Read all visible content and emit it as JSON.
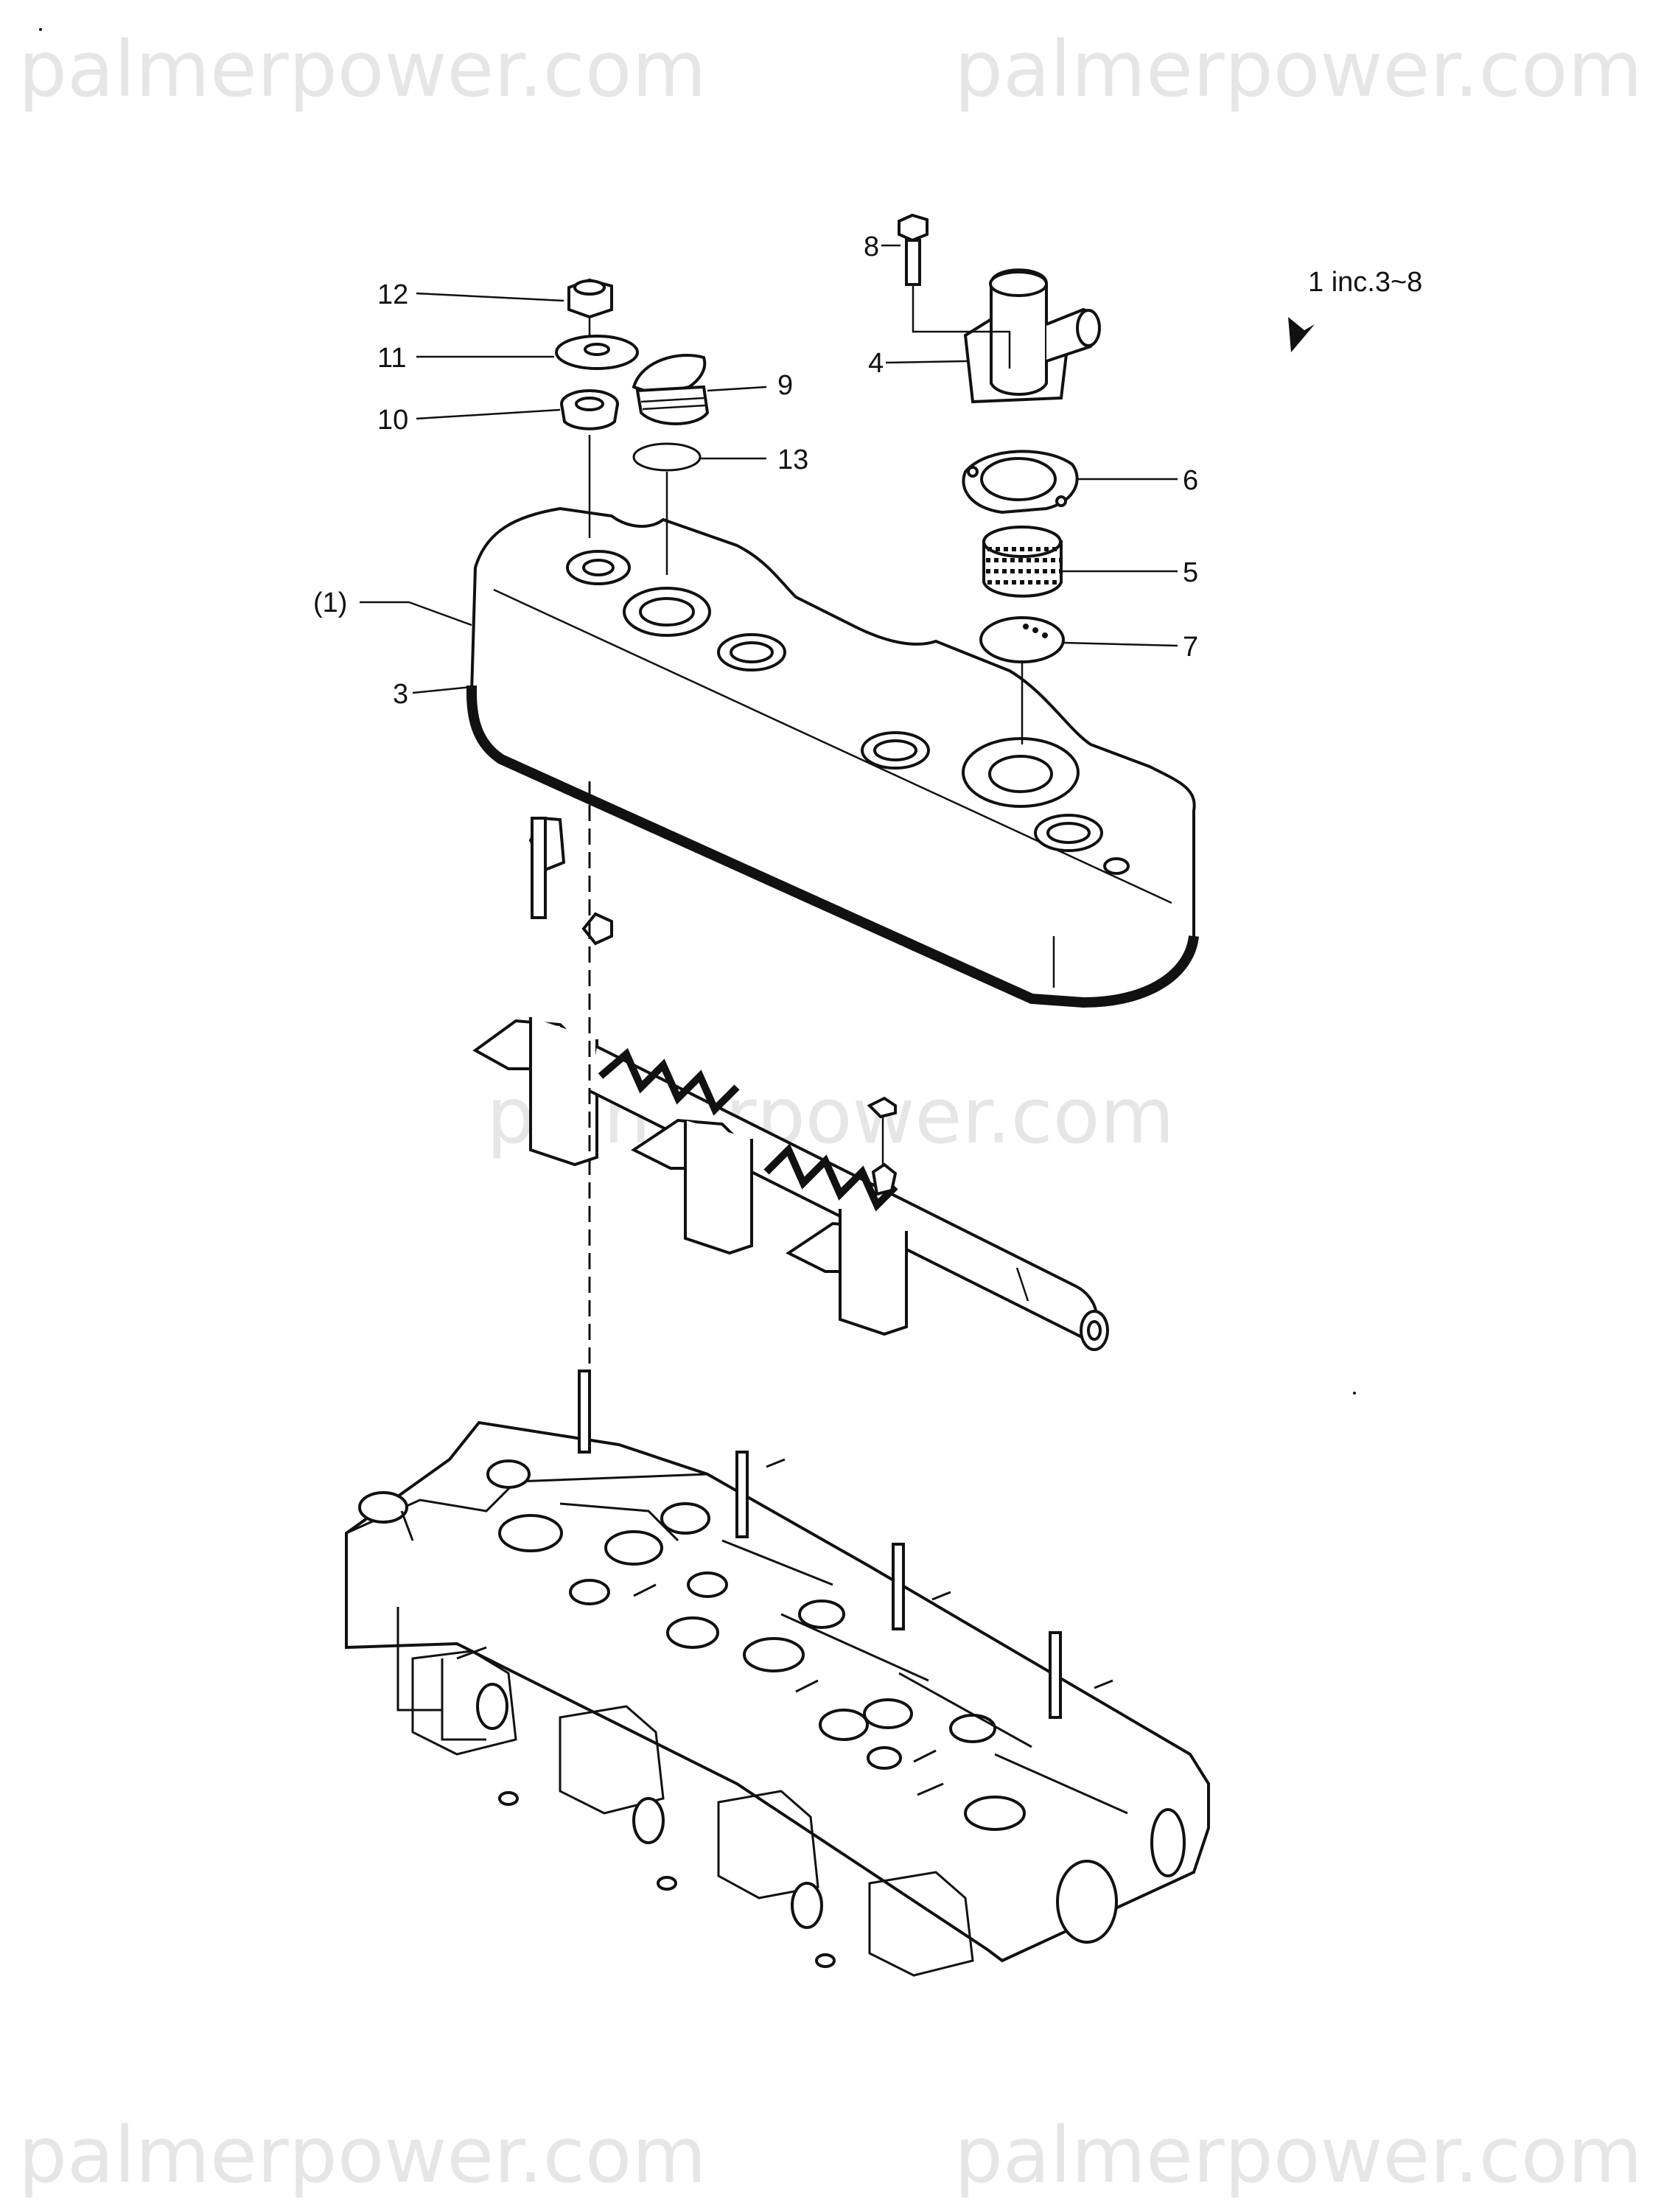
{
  "watermark": {
    "top_left": "palmerpower.com",
    "top_right": "palmerpower.com",
    "center": "palmerpower.com",
    "bottom_left": "palmerpower.com",
    "bottom_right": "palmerpower.com"
  },
  "note": "1 inc.3~8",
  "callouts": {
    "c1": "(1)",
    "c3": "3",
    "c4": "4",
    "c5": "5",
    "c6": "6",
    "c7": "7",
    "c8": "8",
    "c9": "9",
    "c10": "10",
    "c11": "11",
    "c12": "12",
    "c13": "13"
  }
}
